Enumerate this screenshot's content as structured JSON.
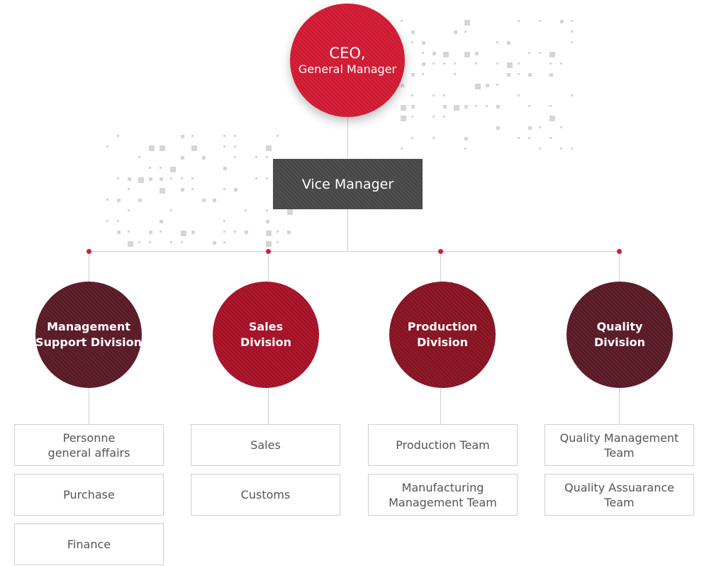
{
  "ceo": {
    "line1": "CEO,",
    "line2": "General Manager"
  },
  "vice": {
    "label": "Vice Manager"
  },
  "divisions": [
    {
      "line1": "Management",
      "line2": "Support Division",
      "teams": [
        [
          "Personne",
          "general affairs"
        ],
        [
          "Purchase"
        ],
        [
          "Finance"
        ]
      ]
    },
    {
      "line1": "Sales",
      "line2": "Division",
      "teams": [
        [
          "Sales"
        ],
        [
          "Customs"
        ]
      ]
    },
    {
      "line1": "Production",
      "line2": "Division",
      "teams": [
        [
          "Production Team"
        ],
        [
          "Manufacturing",
          "Management Team"
        ]
      ]
    },
    {
      "line1": "Quality",
      "line2": "Division",
      "teams": [
        [
          "Quality Management",
          "Team"
        ],
        [
          "Quality Assuarance",
          "Team"
        ]
      ]
    }
  ],
  "colors": {
    "ceo": "#d51a33",
    "vice": "#4a4a4a",
    "division_dark": "#5b1a26",
    "division_red": "#aa1128",
    "division_maroon": "#8a1322",
    "connector_dot": "#d81b3c"
  }
}
